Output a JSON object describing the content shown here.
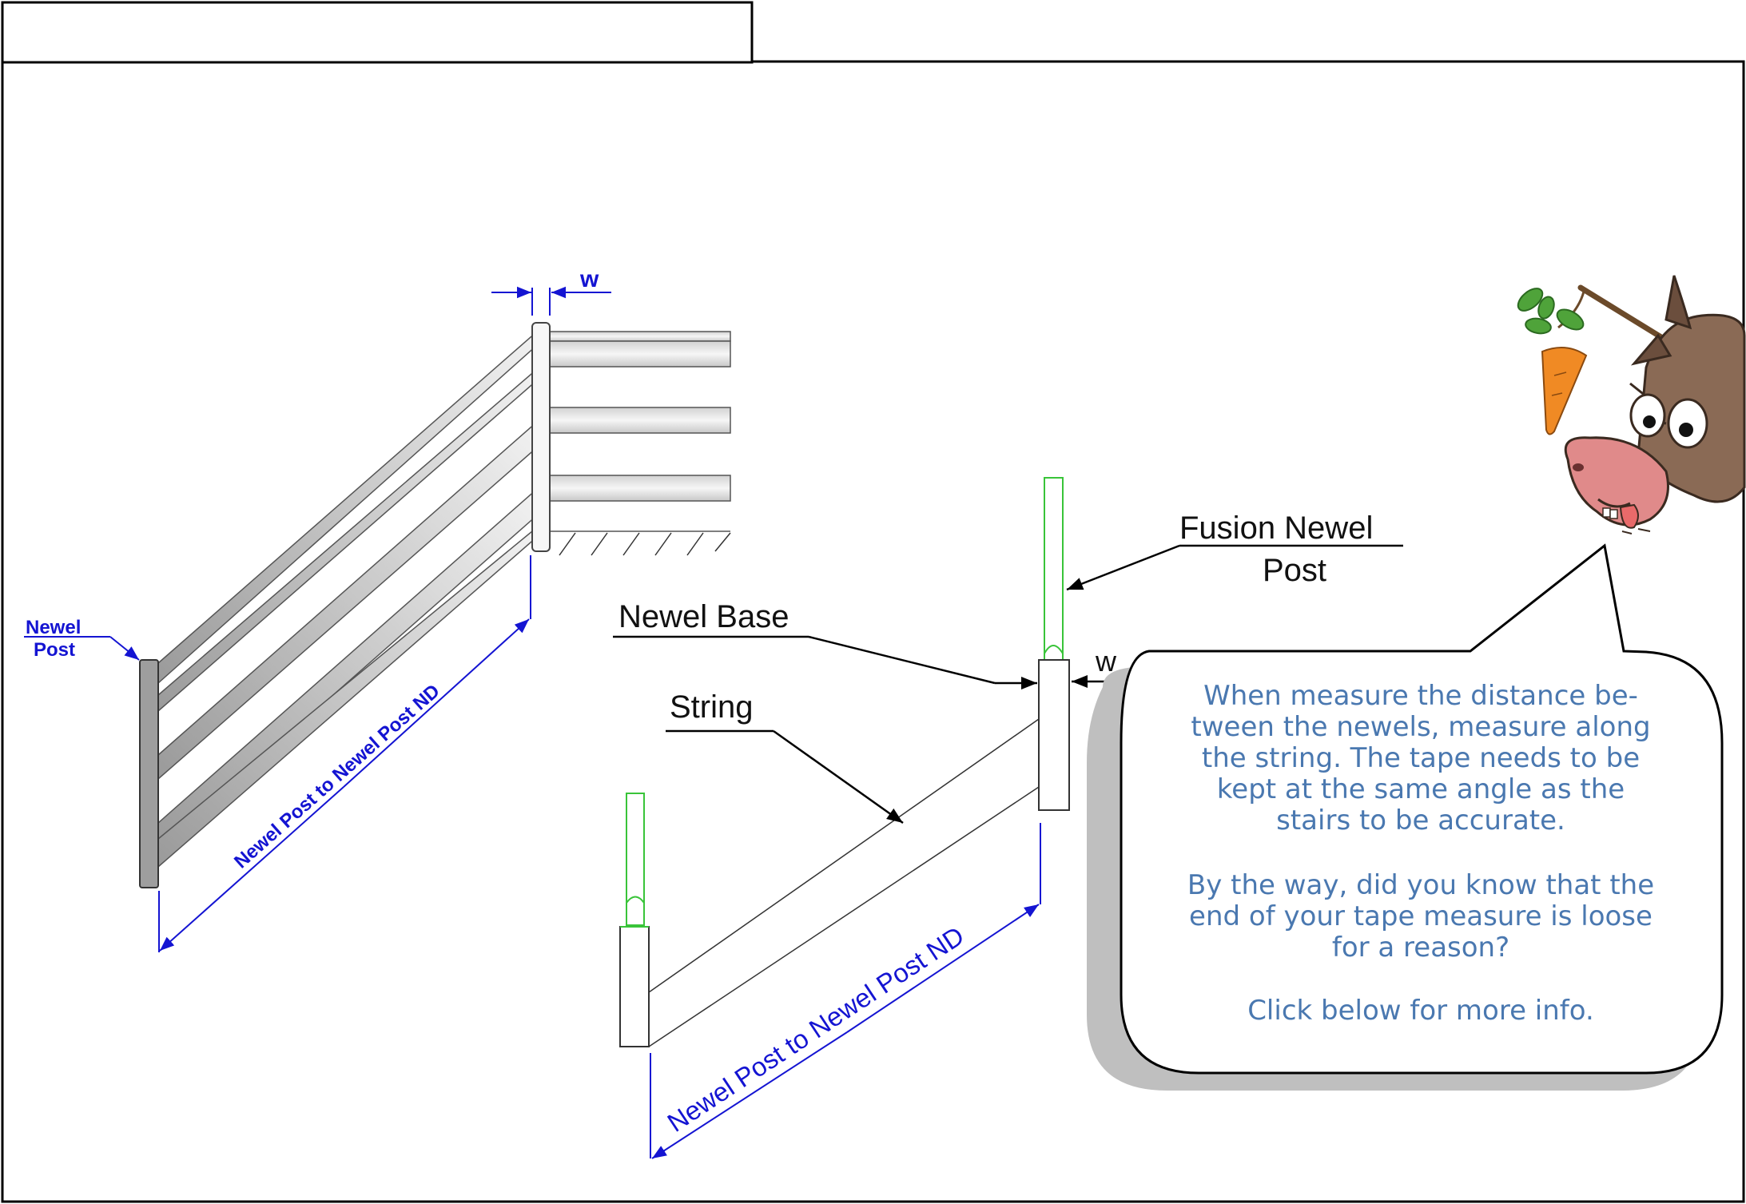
{
  "colors": {
    "dimension_blue": "#1414d2",
    "fusion_green": "#39c439",
    "bubble_text": "#4a78b0",
    "rail_gray": "#b8b8b8",
    "frame": "#000000"
  },
  "header_tab": {
    "title": ""
  },
  "left_drawing": {
    "newel_post_label_line1": "Newel",
    "newel_post_label_line2": "Post",
    "width_label": "w",
    "dimension_label": "Newel Post to Newel Post ND"
  },
  "right_drawing": {
    "fusion_label_line1": "Fusion Newel",
    "fusion_label_line2": "Post",
    "newel_base_label": "Newel Base",
    "string_label": "String",
    "width_label": "w",
    "dimension_label": "Newel Post to Newel Post ND"
  },
  "speech_bubble": {
    "paragraph1": [
      "When measure the distance be-",
      "tween the newels, measure along",
      "the string. The tape needs to be",
      "kept at the same angle as the",
      "stairs to be accurate."
    ],
    "paragraph2": [
      "By the way, did you know that the",
      "end of your tape measure is loose",
      "for a reason?"
    ],
    "paragraph3": [
      "Click below for more info."
    ]
  },
  "mascot": {
    "icon": "donkey-with-carrot-icon"
  }
}
